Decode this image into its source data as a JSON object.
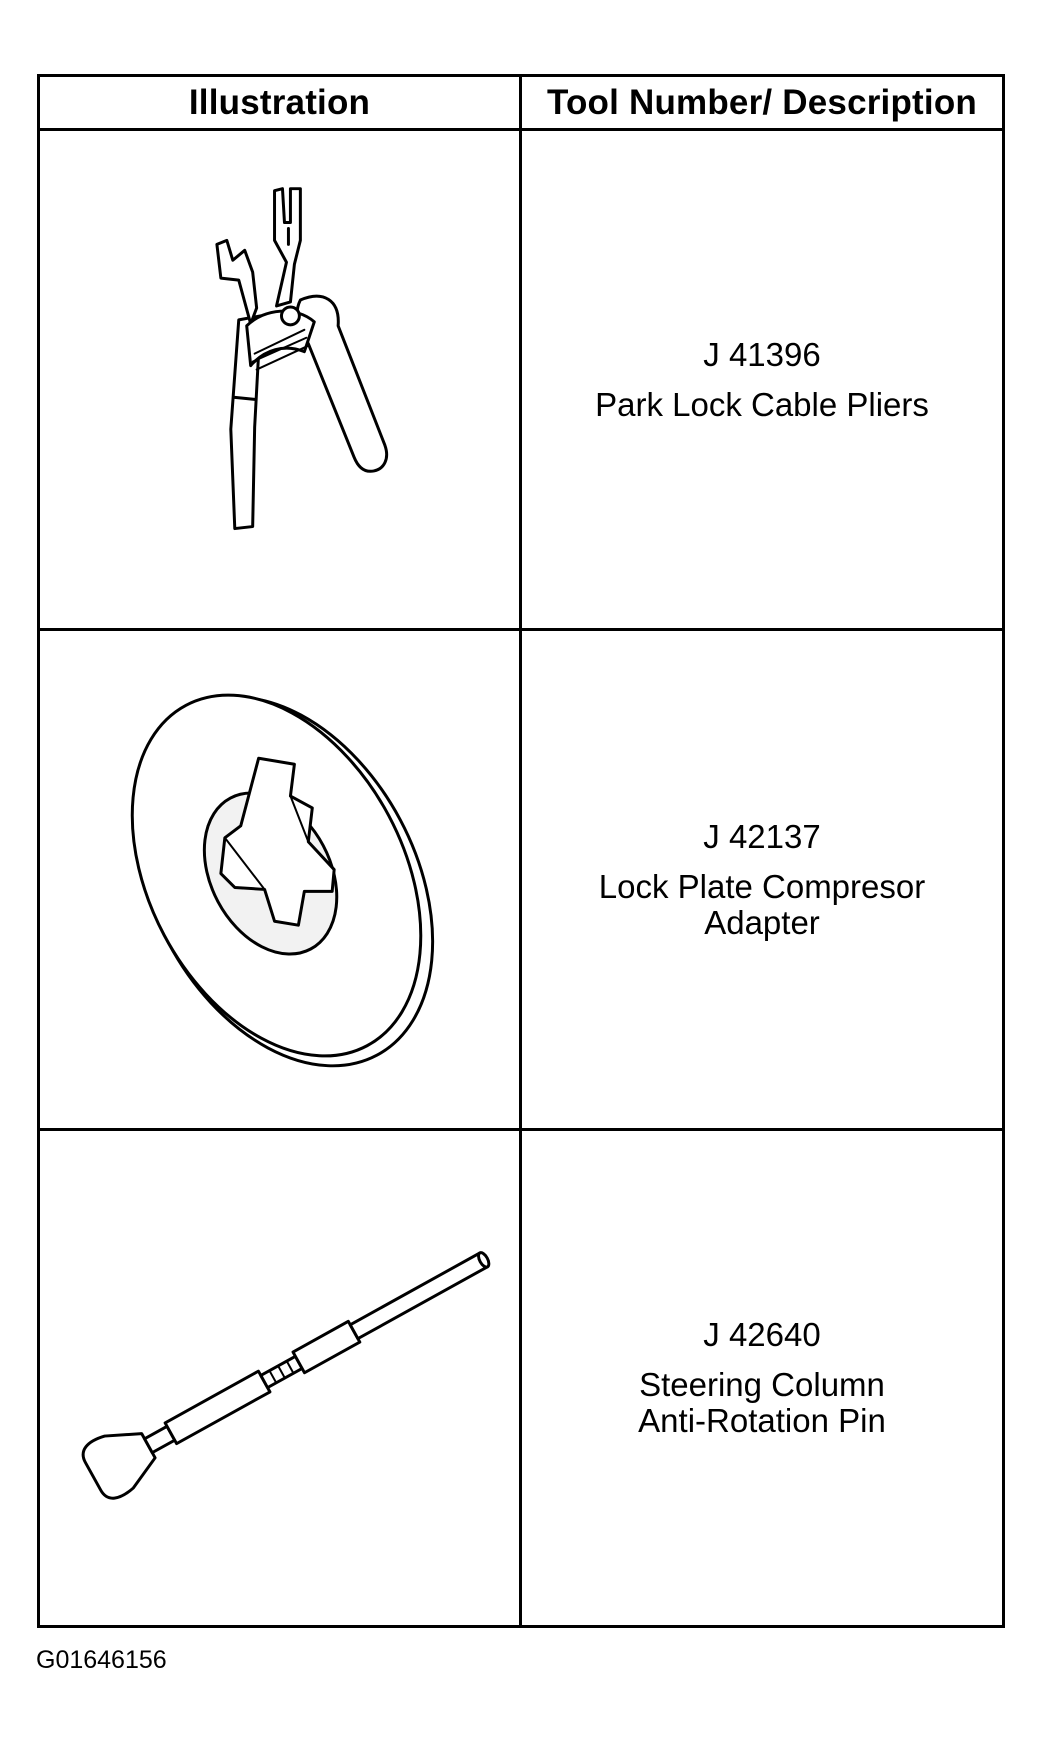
{
  "table": {
    "headers": {
      "illustration": "Illustration",
      "description": "Tool Number/ Description"
    },
    "rows": [
      {
        "tool_number": "J 41396",
        "description_lines": [
          "Park Lock Cable Pliers"
        ],
        "illustration_icon": "pliers-icon"
      },
      {
        "tool_number": "J 42137",
        "description_lines": [
          "Lock Plate Compresor",
          "Adapter"
        ],
        "illustration_icon": "lock-plate-adapter-icon"
      },
      {
        "tool_number": "J 42640",
        "description_lines": [
          "Steering Column",
          "Anti-Rotation Pin"
        ],
        "illustration_icon": "anti-rotation-pin-icon"
      }
    ]
  },
  "figure_id": "G01646156"
}
